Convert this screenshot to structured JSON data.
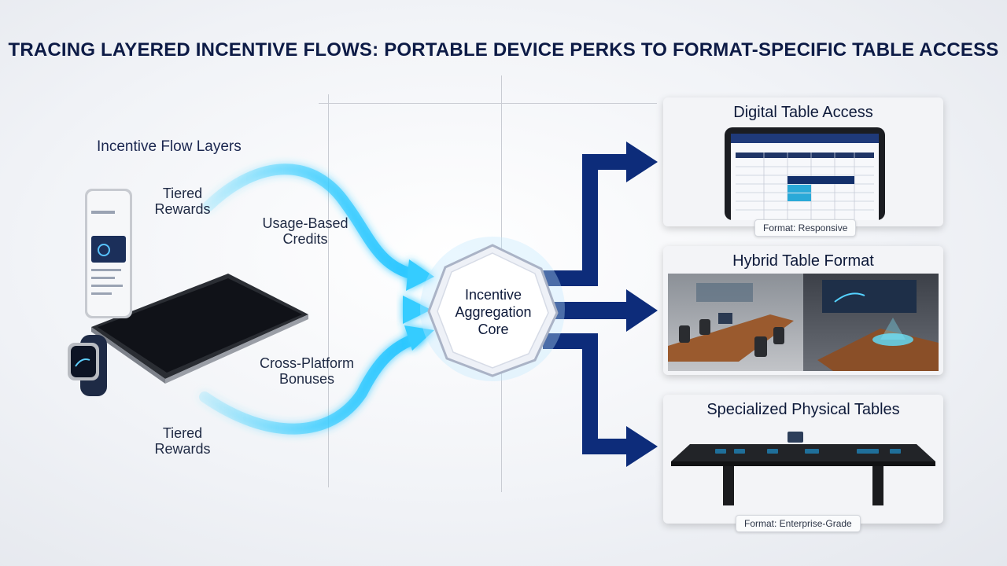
{
  "title": "TRACING LAYERED INCENTIVE FLOWS: PORTABLE DEVICE PERKS TO FORMAT-SPECIFIC TABLE ACCESS",
  "left_panel": {
    "heading": "Incentive Flow Layers",
    "flows": {
      "tiered_top": "Tiered\nRewards",
      "usage": "Usage-Based\nCredits",
      "cross_platform": "Cross-Platform\nBonuses",
      "tiered_bottom": "Tiered\nRewards"
    }
  },
  "core": {
    "label": "Incentive\nAggregation\nCore"
  },
  "outputs": [
    {
      "title": "Digital Table Access",
      "format": "Format: Responsive"
    },
    {
      "title": "Hybrid Table Format",
      "format": ""
    },
    {
      "title": "Specialized Physical Tables",
      "format": "Format: Enterprise-Grade"
    }
  ],
  "colors": {
    "flow_glow": "#3fd2ff",
    "arrow_navy": "#0d2c7a",
    "title": "#0d1b46"
  },
  "icons": [
    "smartphone-icon",
    "tablet-icon",
    "smartwatch-icon",
    "laptop-icon",
    "conference-table-icon"
  ]
}
